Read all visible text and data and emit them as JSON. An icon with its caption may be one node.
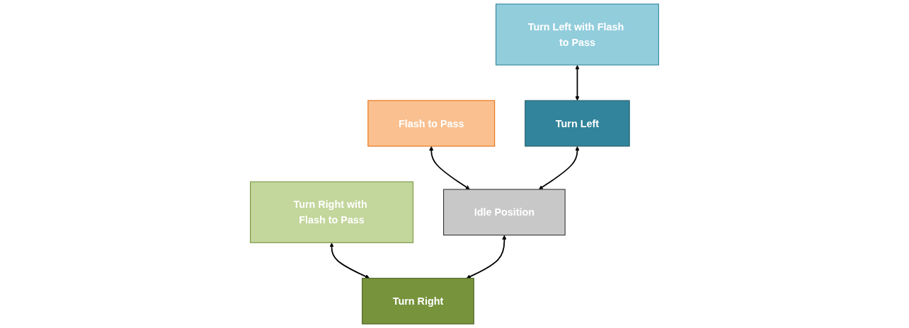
{
  "diagram": {
    "nodes": [
      {
        "text": [
          "Turn Left with Flash to Pass"
        ]
      },
      {
        "text": [
          "Flash to Pass"
        ]
      },
      {
        "text": [
          "Turn Right with Flash to Pass"
        ]
      },
      {
        "text": [
          "Turn Left"
        ]
      },
      {
        "text": [
          "Idle Position"
        ]
      },
      {
        "text": [
          "Turn Right"
        ]
      }
    ],
    "edges": [
      {
        "from": 0,
        "to": 3,
        "arrow": "both"
      },
      {
        "from": 1,
        "to": 4,
        "arrow": "both"
      },
      {
        "from": 2,
        "to": 5,
        "arrow": "both"
      },
      {
        "from": 3,
        "to": 4,
        "arrow": "both"
      },
      {
        "from": 4,
        "to": 5,
        "arrow": "both"
      }
    ]
  }
}
